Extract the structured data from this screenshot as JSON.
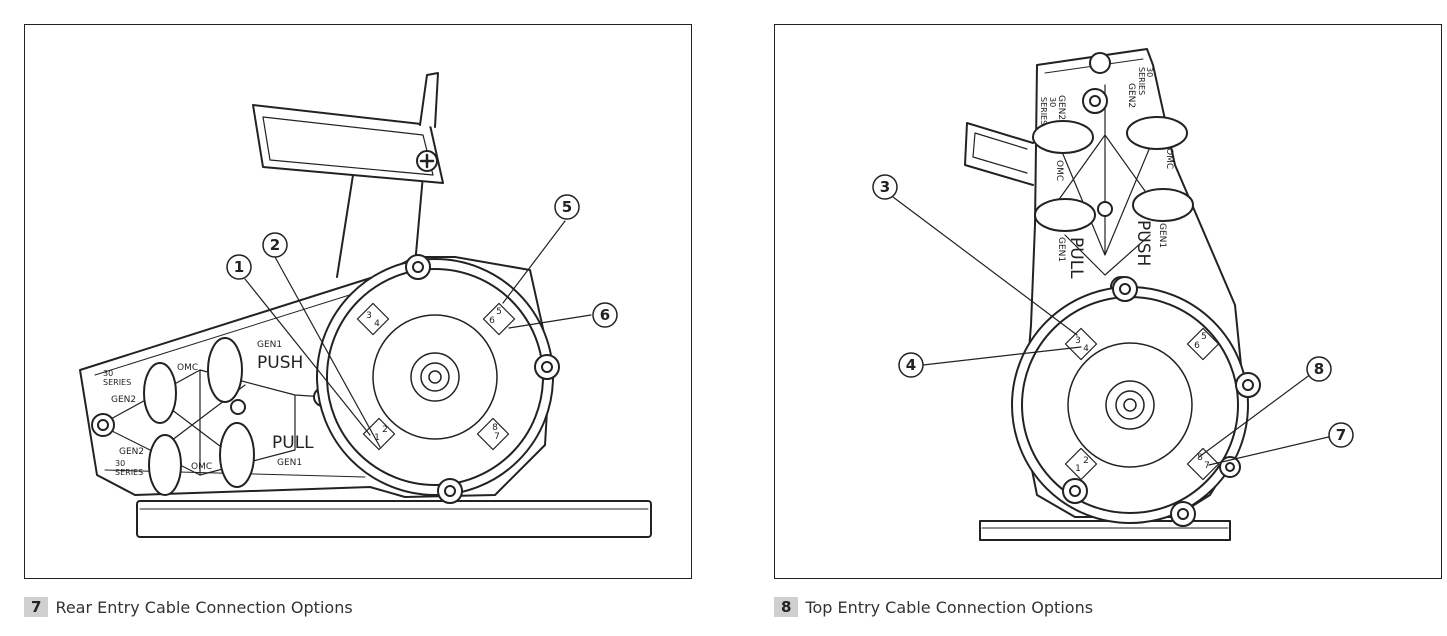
{
  "figures": [
    {
      "number": "7",
      "caption": "Rear Entry Cable Connection Options",
      "callouts": [
        "1",
        "2",
        "5",
        "6"
      ],
      "body_text": {
        "push": "PUSH",
        "pull": "PULL",
        "gen1_top": "GEN1",
        "gen1_bottom": "GEN1",
        "gen2_top": "GEN2",
        "gen2_bottom": "GEN2",
        "omc_top": "OMC",
        "omc_bottom": "OMC",
        "series30_top": "30",
        "series_top": "SERIES",
        "series30_bottom": "30",
        "series_bottom": "SERIES"
      },
      "ports": {
        "a": [
          "1",
          "2"
        ],
        "b": [
          "3",
          "4"
        ],
        "c": [
          "5",
          "6"
        ],
        "d": [
          "7",
          "8"
        ]
      }
    },
    {
      "number": "8",
      "caption": "Top Entry Cable Connection Options",
      "callouts": [
        "3",
        "4",
        "7",
        "8"
      ],
      "body_text": {
        "push": "PUSH",
        "pull": "PULL",
        "gen1_left": "GEN1",
        "gen1_right": "GEN1",
        "gen2_left": "GEN2",
        "gen2_right": "GEN2",
        "omc_left": "OMC",
        "omc_right": "OMC",
        "series30_left": "30",
        "series_left": "SERIES",
        "series30_right": "30",
        "series_right": "SERIES"
      },
      "ports": {
        "a": [
          "1",
          "2"
        ],
        "b": [
          "3",
          "4"
        ],
        "c": [
          "5",
          "6"
        ],
        "d": [
          "7",
          "8"
        ]
      }
    }
  ]
}
